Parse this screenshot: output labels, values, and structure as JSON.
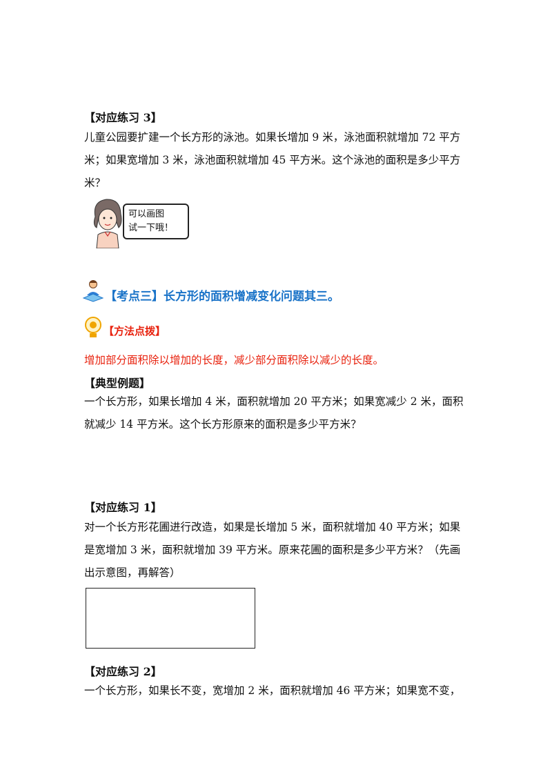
{
  "practice3": {
    "heading": "【对应练习 3】",
    "text": "儿童公园要扩建一个长方形的泳池。如果长增加 9 米，泳池面积就增加 72 平方米；如果宽增加 3 米，泳池面积就增加 45 平方米。这个泳池的面积是多少平方米？",
    "bubble_line1": "可以画图",
    "bubble_line2": "试一下哦！"
  },
  "section3": {
    "title": "【考点三】长方形的面积增减变化问题其三。"
  },
  "method": {
    "title": "【方法点拨】",
    "text": "增加部分面积除以增加的长度，减少部分面积除以减少的长度。"
  },
  "example": {
    "heading": "【典型例题】",
    "text": "一个长方形，如果长增加 4 米，面积就增加 20 平方米；如果宽减少 2 米，面积就减少 14 平方米。这个长方形原来的面积是多少平方米？"
  },
  "practice1": {
    "heading": "【对应练习 1】",
    "text": "对一个长方形花圃进行改造，如果是长增加 5 米，面积就增加 40 平方米；如果是宽增加 3 米，面积就增加 39 平方米。原来花圃的面积是多少平方米？（先画出示意图，再解答）"
  },
  "practice2": {
    "heading": "【对应练习 2】",
    "text": "一个长方形，如果长不变，宽增加 2 米，面积就增加 46 平方米；如果宽不变，"
  }
}
